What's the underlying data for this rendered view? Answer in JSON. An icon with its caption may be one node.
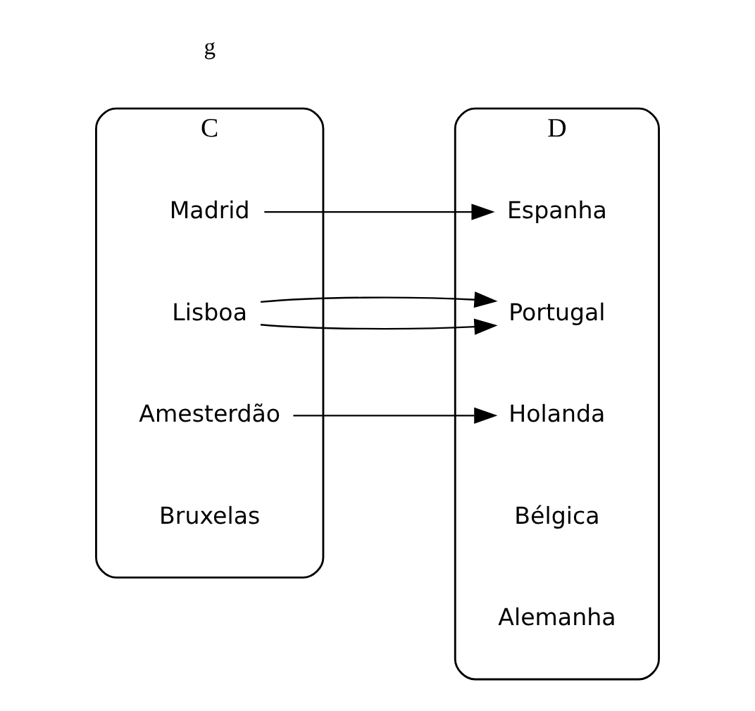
{
  "diagram": {
    "nodes": [
      {
        "text": [
          "C"
        ]
      },
      {
        "text": [
          "Madrid"
        ],
        "in": 0
      },
      {
        "text": [
          "Lisboa"
        ],
        "in": 0
      },
      {
        "text": [
          "Amesterdão"
        ],
        "in": 0
      },
      {
        "text": [
          "Bruxelas"
        ],
        "in": 0
      },
      {
        "text": [
          "D"
        ]
      },
      {
        "text": [
          "Espanha"
        ],
        "in": 5
      },
      {
        "text": [
          "Portugal"
        ],
        "in": 5
      },
      {
        "text": [
          "Holanda"
        ],
        "in": 5
      },
      {
        "text": [
          "Bélgica"
        ],
        "in": 5
      },
      {
        "text": [
          "Alemanha"
        ],
        "in": 5
      }
    ],
    "edges": [
      {
        "from": 1,
        "to": 6,
        "arrow": "to"
      },
      {
        "from": 2,
        "to": 7,
        "arrow": "to"
      },
      {
        "from": 2,
        "to": 7,
        "arrow": "to"
      },
      {
        "from": 3,
        "to": 8,
        "arrow": "to"
      }
    ],
    "labels": [
      "g"
    ]
  }
}
